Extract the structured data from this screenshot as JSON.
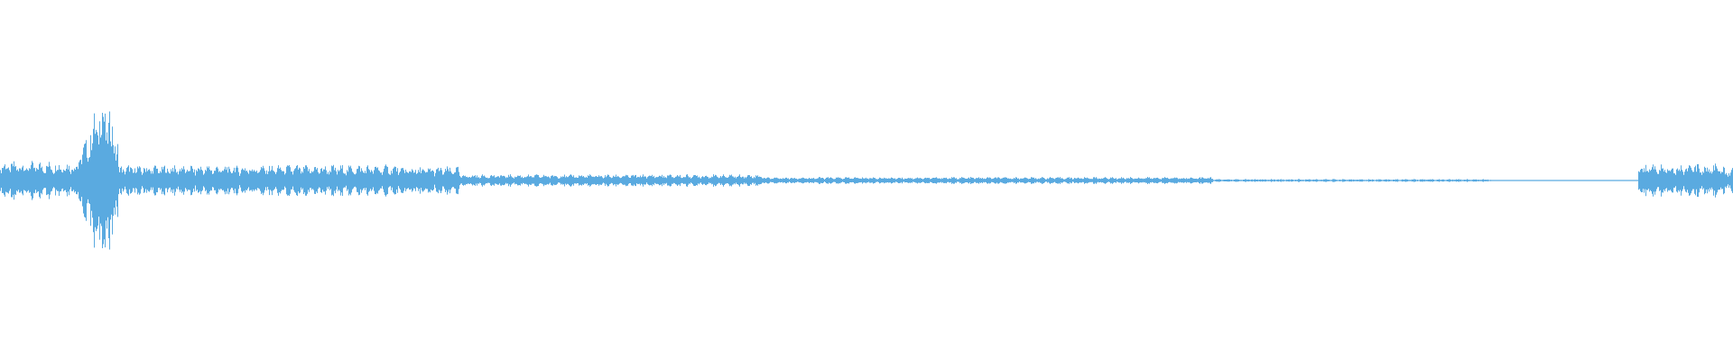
{
  "waveform": {
    "color": "#5aaae0",
    "background": "#ffffff",
    "bursts": [
      {
        "start": 0.0,
        "end": 0.045,
        "amp": 0.11
      },
      {
        "start": 0.045,
        "end": 0.068,
        "amp": 0.5
      },
      {
        "start": 0.068,
        "end": 0.23,
        "amp": 0.09
      },
      {
        "start": 0.23,
        "end": 0.265,
        "amp": 0.08
      },
      {
        "start": 0.265,
        "end": 0.44,
        "amp": 0.035
      },
      {
        "start": 0.44,
        "end": 0.7,
        "amp": 0.02
      },
      {
        "start": 0.7,
        "end": 0.86,
        "amp": 0.008
      },
      {
        "start": 0.86,
        "end": 0.945,
        "amp": 0.003
      },
      {
        "start": 0.945,
        "end": 0.995,
        "amp": 0.095
      },
      {
        "start": 0.995,
        "end": 1.0,
        "amp": 0.07
      }
    ]
  }
}
